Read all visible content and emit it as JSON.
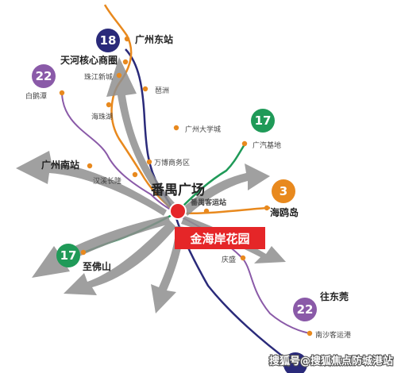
{
  "colors": {
    "line18": "#2a2a7a",
    "line22": "#8a5aa8",
    "line3": "#e8891e",
    "line17": "#1f9a58",
    "station_dot": "#e8891e",
    "arrow": "#8c8c8c",
    "center": "#e52628",
    "banner": "#e52628"
  },
  "badges": {
    "line18_top": "18",
    "line22_left": "22",
    "line17_right": "17",
    "line3": "3",
    "line17_left": "17",
    "line22_bottom": "22"
  },
  "stations": {
    "guangzhou_east": "广州东站",
    "tianhe_cbd": "天河核心商圈",
    "zhujiang_newtown": "珠江新城",
    "baietan": "白鹅潭",
    "pazhou": "琶洲",
    "haizhu_lake": "海珠湖",
    "university_town": "广州大学城",
    "gac_base": "广汽基地",
    "guangzhou_south": "广州南站",
    "wanbo_cbd": "万博商务区",
    "chimelong": "汉溪长隆",
    "panyu_square": "番禺广场",
    "panyu_bus_station": "番禺客运站",
    "haiou_island": "海鸥岛",
    "to_foshan": "至佛山",
    "qingsheng": "庆盛",
    "to_dongguan": "往东莞",
    "nansha_port": "南沙客运港"
  },
  "banner": {
    "title": "金海岸花园"
  },
  "watermark": {
    "text": "搜狐号@搜狐焦点防城港站"
  }
}
